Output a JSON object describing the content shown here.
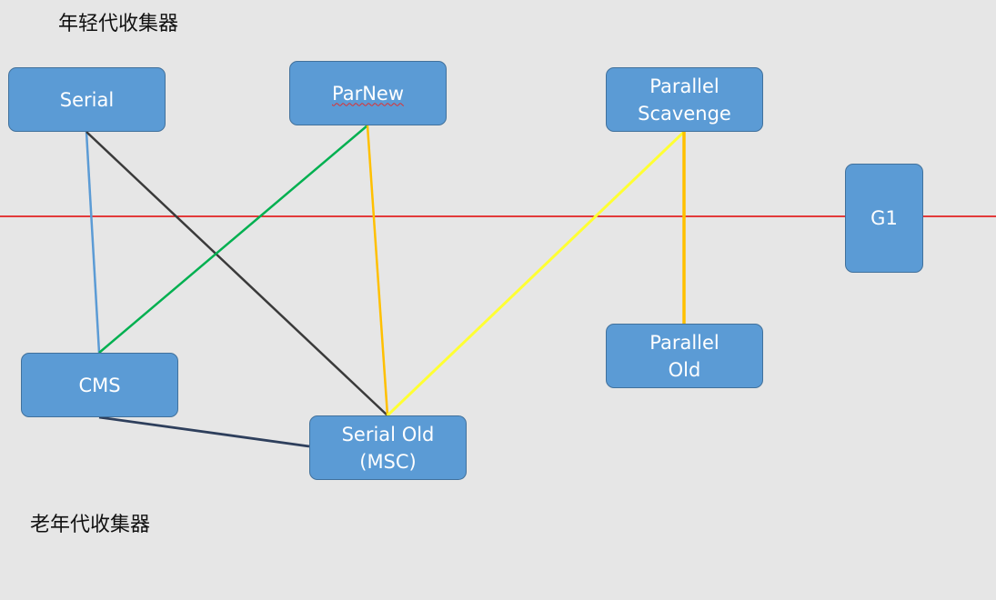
{
  "labels": {
    "young": "年轻代收集器",
    "old": "老年代收集器"
  },
  "nodes": {
    "serial": {
      "lines": [
        "Serial"
      ]
    },
    "parnew": {
      "lines": [
        "ParNew"
      ]
    },
    "parallel_scavenge": {
      "lines": [
        "Parallel",
        "Scavenge"
      ]
    },
    "g1": {
      "lines": [
        "G1"
      ]
    },
    "cms": {
      "lines": [
        "CMS"
      ]
    },
    "serial_old": {
      "lines": [
        "Serial Old",
        "(MSC)"
      ]
    },
    "parallel_old": {
      "lines": [
        "Parallel",
        "Old"
      ]
    }
  },
  "colors": {
    "background": "#e6e6e6",
    "node_fill": "#5b9bd5",
    "node_border": "#41719c",
    "divider": "#e00000",
    "edge_serial_cms": "#5b9bd5",
    "edge_serial_serialold": "#3a3a3a",
    "edge_parnew_cms": "#00b050",
    "edge_parnew_serialold": "#ffc000",
    "edge_scavenge_serialold": "#ffff33",
    "edge_scavenge_parallelold": "#ffc000",
    "edge_cms_serialold": "#2e3f5c"
  },
  "edges": [
    {
      "name": "edge-serial-cms",
      "from": "serial",
      "to": "cms",
      "color_key": "edge_serial_cms"
    },
    {
      "name": "edge-serial-serialold",
      "from": "serial",
      "to": "serial_old",
      "color_key": "edge_serial_serialold"
    },
    {
      "name": "edge-parnew-cms",
      "from": "parnew",
      "to": "cms",
      "color_key": "edge_parnew_cms"
    },
    {
      "name": "edge-parnew-serialold",
      "from": "parnew",
      "to": "serial_old",
      "color_key": "edge_parnew_serialold"
    },
    {
      "name": "edge-scavenge-serialold",
      "from": "parallel_scavenge",
      "to": "serial_old",
      "color_key": "edge_scavenge_serialold"
    },
    {
      "name": "edge-scavenge-parallelold",
      "from": "parallel_scavenge",
      "to": "parallel_old",
      "color_key": "edge_scavenge_parallelold"
    },
    {
      "name": "edge-cms-serialold",
      "from": "cms",
      "to": "serial_old",
      "color_key": "edge_cms_serialold"
    }
  ]
}
